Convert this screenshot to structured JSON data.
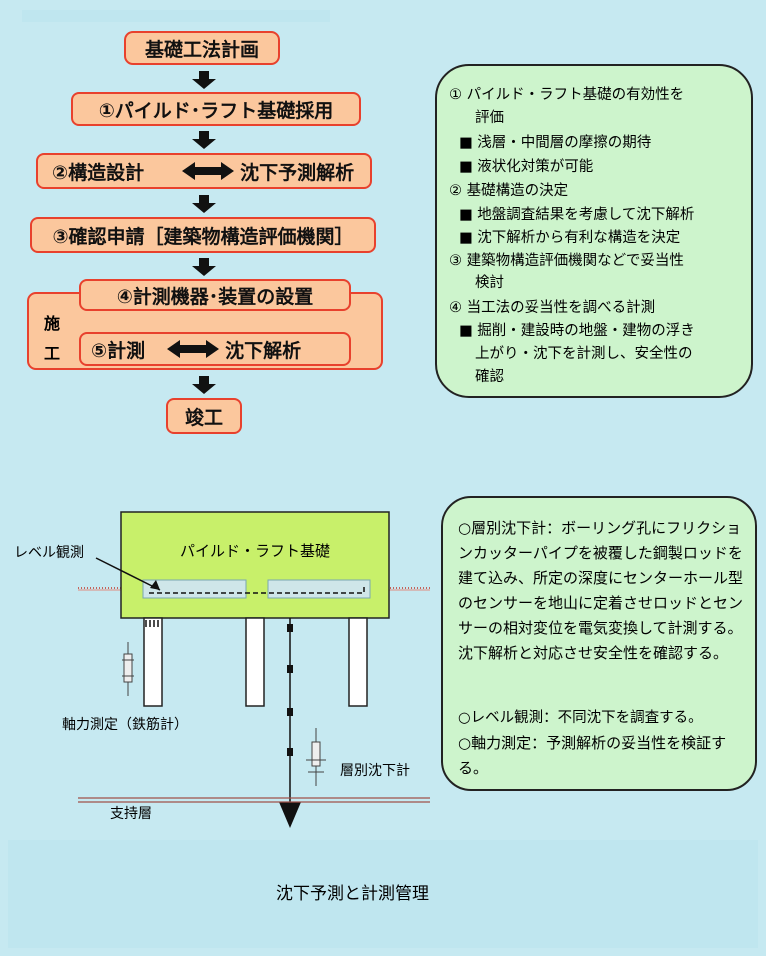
{
  "flow": {
    "title": "基礎工法計画",
    "step1": "①パイルド･ラフト基礎採用",
    "step2_left": "②構造設計",
    "step2_right": "沈下予測解析",
    "step3": "③確認申請［建築物構造評価機関］",
    "step4": "④計測機器･装置の設置",
    "construction_char1": "施",
    "construction_char2": "工",
    "step5_left": "⑤計測",
    "step5_right": "沈下解析",
    "final": "竣工"
  },
  "notes_top": {
    "n1": "①  パイルド・ラフト基礎の有効性を",
    "n1b": "評価",
    "b1": "■  浅層・中間層の摩擦の期待",
    "b2": "■  液状化対策が可能",
    "n2": "②  基礎構造の決定",
    "b3": "■  地盤調査結果を考慮して沈下解析",
    "b4": "■  沈下解析から有利な構造を決定",
    "n3": "③  建築物構造評価機関などで妥当性",
    "n3b": "検討",
    "n4": "④  当工法の妥当性を調べる計測",
    "b5a": "■  掘削・建設時の地盤・建物の浮き",
    "b5b": "上がり・沈下を計測し、安全性の",
    "b5c": "確認"
  },
  "diagram": {
    "raft_label": "パイルド・ラフト基礎",
    "level_label": "レベル観測",
    "axial_label": "軸力測定（鉄筋計）",
    "layer_label": "層別沈下計",
    "support_label": "支持層"
  },
  "notes_bottom": {
    "p1": "○層別沈下計：ボーリング孔にフリクションカッターパイプを被覆した鋼製ロッドを建て込み、所定の深度にセンターホール型のセンサーを地山に定着させロッドとセンサーの相対変位を電気変換して計測する。沈下解析と対応させ安全性を確認する。",
    "p2": "○レベル観測：不同沈下を調査する。",
    "p3": "○軸力測定：予測解析の妥当性を検証する。"
  },
  "caption": "沈下予測と計測管理",
  "colors": {
    "flow_fill": "#fbc79d",
    "flow_border": "#e8412d",
    "notes_fill": "#cdf4cc",
    "raft_fill": "#c8f06a"
  }
}
